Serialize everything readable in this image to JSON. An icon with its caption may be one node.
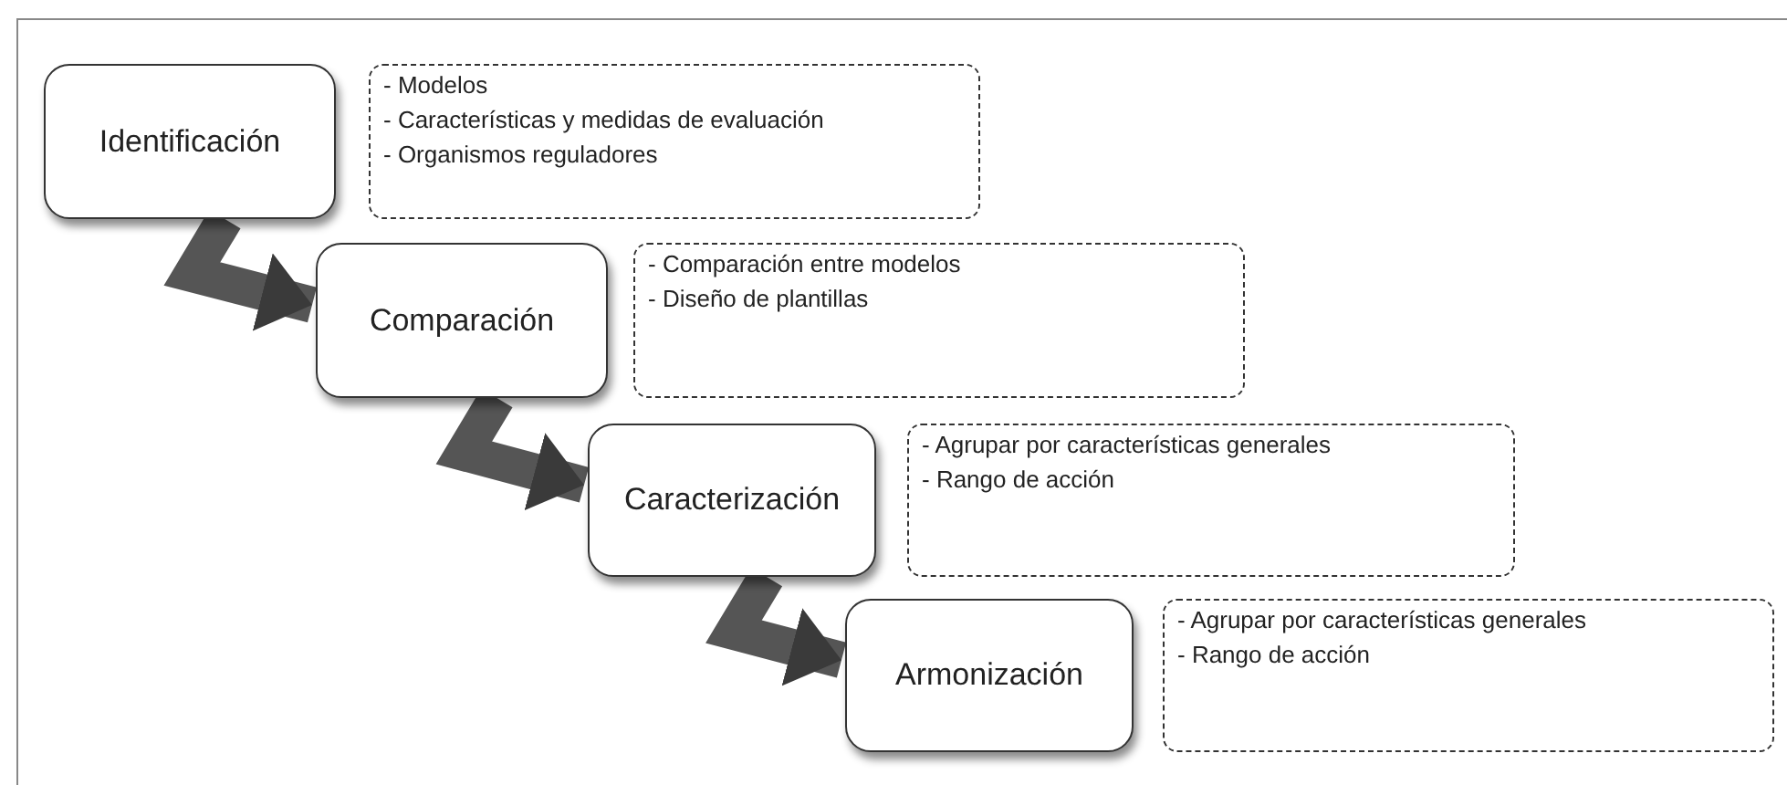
{
  "diagram": {
    "nodes": [
      {
        "text": [
          "Identificación"
        ]
      },
      {
        "text": [
          "- Modelos",
          "- Características y medidas de evaluación",
          "- Organismos reguladores"
        ]
      },
      {
        "text": [
          "Comparación"
        ]
      },
      {
        "text": [
          "- Comparación entre modelos",
          "- Diseño de plantillas"
        ]
      },
      {
        "text": [
          "Caracterización"
        ]
      },
      {
        "text": [
          "- Agrupar por características generales",
          "- Rango de acción"
        ]
      },
      {
        "text": [
          "Armonización"
        ]
      },
      {
        "text": [
          "- Agrupar por características generales",
          "- Rango de acción"
        ]
      }
    ],
    "edges": [
      {
        "from": 0,
        "to": 2,
        "arrow": "to"
      },
      {
        "from": 2,
        "to": 4,
        "arrow": "to"
      },
      {
        "from": 4,
        "to": 6,
        "arrow": "to"
      }
    ]
  }
}
